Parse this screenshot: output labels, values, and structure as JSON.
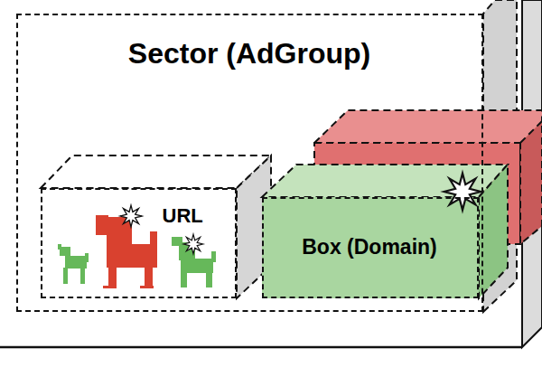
{
  "diagram": {
    "nodes": [
      {
        "text": [
          "Sector (AdGroup)"
        ]
      },
      {
        "text": [
          "URL"
        ],
        "in": 0
      },
      {
        "text": [
          "Box (Domain)"
        ],
        "in": 0
      }
    ]
  }
}
